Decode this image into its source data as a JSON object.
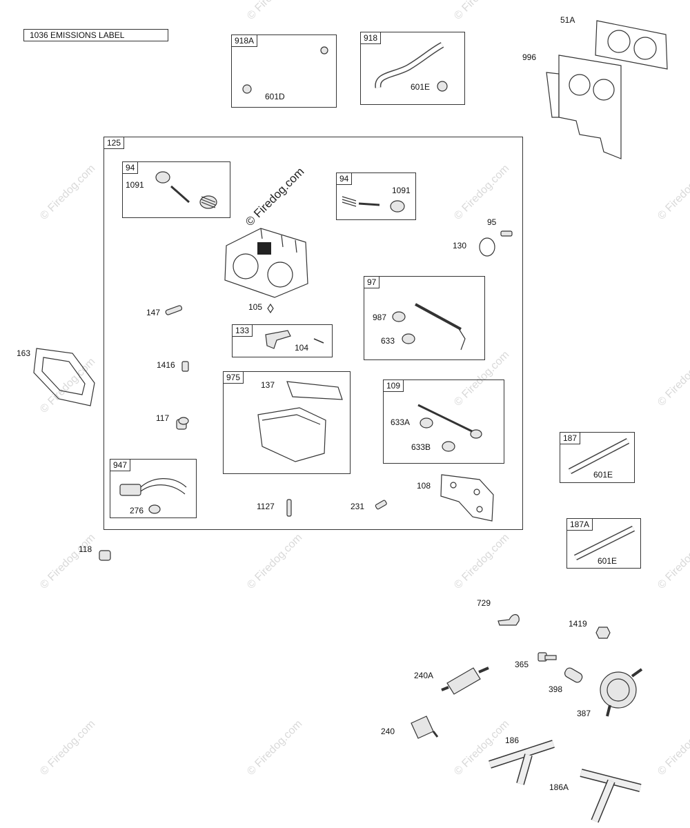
{
  "emissions_label": "1036 EMISSIONS LABEL",
  "watermark": "© Firedog.com",
  "boxes": {
    "b918A": {
      "tag": "918A",
      "part": "601D"
    },
    "b918": {
      "tag": "918",
      "part": "601E"
    },
    "b125": {
      "tag": "125"
    },
    "b94a": {
      "tag": "94",
      "part": "1091"
    },
    "b94b": {
      "tag": "94",
      "part": "1091"
    },
    "b133": {
      "tag": "133",
      "part": "104"
    },
    "b97": {
      "tag": "97",
      "part1": "987",
      "part2": "633"
    },
    "b975": {
      "tag": "975",
      "part": "137"
    },
    "b109": {
      "tag": "109",
      "part1": "633A",
      "part2": "633B"
    },
    "b947": {
      "tag": "947",
      "part": "276"
    },
    "b187": {
      "tag": "187",
      "part": "601E"
    },
    "b187A": {
      "tag": "187A",
      "part": "601E"
    }
  },
  "labels": {
    "p51A": "51A",
    "p996": "996",
    "p95": "95",
    "p130": "130",
    "p147": "147",
    "p105": "105",
    "p163": "163",
    "p1416": "1416",
    "p117": "117",
    "p108": "108",
    "p1127": "1127",
    "p231": "231",
    "p118": "118",
    "p729": "729",
    "p1419": "1419",
    "p365": "365",
    "p240A": "240A",
    "p398": "398",
    "p387": "387",
    "p240": "240",
    "p186": "186",
    "p186A": "186A"
  }
}
